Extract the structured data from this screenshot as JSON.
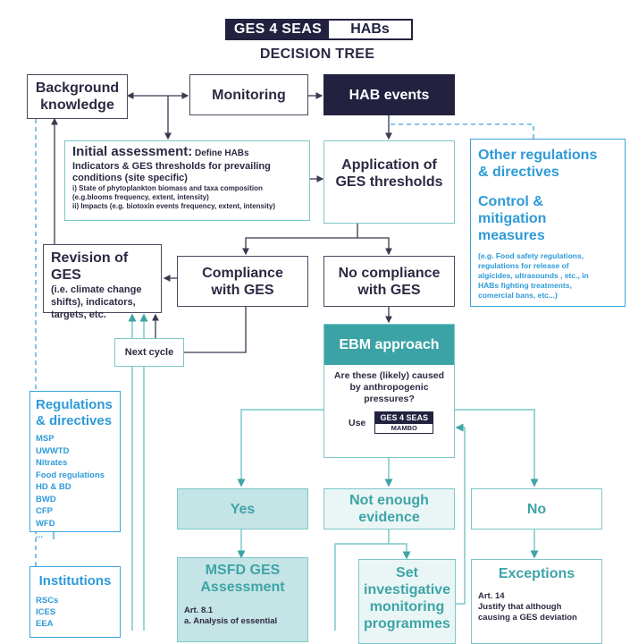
{
  "header": {
    "logo_left": "GES 4 SEAS",
    "logo_right": "HABs",
    "subtitle": "DECISION TREE"
  },
  "colors": {
    "navy": "#22213f",
    "dark_text": "#2b2a44",
    "teal": "#3ea4a7",
    "teal_border": "#7cc7c9",
    "teal_fill": "#c5e4e5",
    "teal_light_fill": "#eaf6f6",
    "blue": "#2e9ad8"
  },
  "nodes": {
    "background": {
      "line1": "Background",
      "line2": "knowledge"
    },
    "monitoring": {
      "label": "Monitoring"
    },
    "hab_events": {
      "label": "HAB events"
    },
    "initial": {
      "title": "Initial assessment:",
      "title_rest": " Define HABs",
      "line2": "Indicators & GES thresholds for prevailing",
      "line3": "conditions (site specific)",
      "item1": "i) State of phytoplankton biomass and taxa composition",
      "item1b": "(e.g.blooms frequency, extent, intensity)",
      "item2": "ii) Impacts (e.g. biotoxin events frequency, extent, intensity)"
    },
    "application": {
      "line1": "Application of",
      "line2": "GES thresholds"
    },
    "other_regs": {
      "title1": "Other regulations",
      "title2": "& directives",
      "title3": "Control &",
      "title4": "mitigation",
      "title5": "measures",
      "note1": "(e.g. Food safety regulations,",
      "note2": "regulations for release of",
      "note3": "algicides, ultrasounds , etc., in",
      "note4": "HABs fighting  treatments,",
      "note5": "comercial bans, etc...)"
    },
    "revision": {
      "title": "Revision of GES",
      "line1": "(i.e. climate change",
      "line2": "shifts), indicators,",
      "line3": "targets, etc."
    },
    "compliance": {
      "line1": "Compliance",
      "line2": "with GES"
    },
    "no_compliance": {
      "line1": "No compliance",
      "line2": "with GES"
    },
    "next_cycle": {
      "label": "Next cycle"
    },
    "ebm": {
      "title": "EBM approach",
      "q1": "Are these (likely) caused",
      "q2": "by anthropogenic",
      "q3": "pressures?",
      "use": "Use",
      "tool_top": "GES 4 SEAS",
      "tool_bottom": "MAMBO"
    },
    "regulations": {
      "title1": "Regulations",
      "title2": "& directives",
      "items": [
        "MSP",
        "UWWTD",
        "Nitrates",
        "Food regulations",
        "HD & BD",
        "BWD",
        "CFP",
        "WFD",
        "..."
      ]
    },
    "institutions": {
      "title": "Institutions",
      "items": [
        "RSCs",
        "ICES",
        "EEA"
      ]
    },
    "yes": {
      "label": "Yes"
    },
    "not_enough": {
      "line1": "Not enough",
      "line2": "evidence"
    },
    "no": {
      "label": "No"
    },
    "msfd": {
      "line1": "MSFD GES",
      "line2": "Assessment",
      "art": "Art. 8.1",
      "item": "a.  Analysis of essential"
    },
    "investigative": {
      "line1": "Set",
      "line2": "investigative",
      "line3": "monitoring",
      "line4": "programmes"
    },
    "exceptions": {
      "title": "Exceptions",
      "art": "Art. 14",
      "line1": "Justify that although",
      "line2": "causing a GES deviation"
    }
  }
}
